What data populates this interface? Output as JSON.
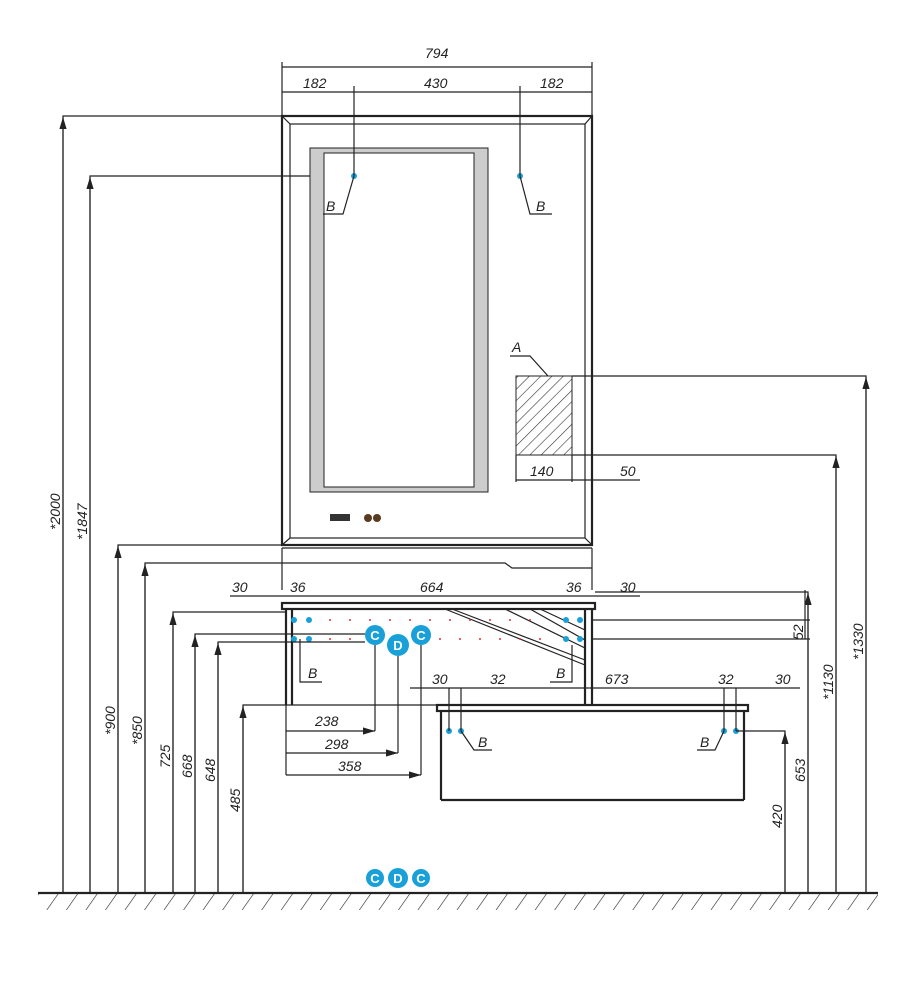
{
  "top_dims": {
    "overall_width": "794",
    "left_offset": "182",
    "center": "430",
    "right_offset": "182"
  },
  "mirror_dims": {
    "box_width": "140",
    "box_gap": "50"
  },
  "vanity_dims": {
    "side_left": "30",
    "panel_left": "36",
    "inner_width": "664",
    "panel_right": "36",
    "side_right": "30",
    "height_small": "52"
  },
  "socket_dims": {
    "c1": "238",
    "d": "298",
    "c2": "358"
  },
  "lower_dims": {
    "left_30": "30",
    "left_32": "32",
    "span": "673",
    "right_32": "32",
    "right_30": "30"
  },
  "heights_left": {
    "h2000": "*2000",
    "h1847": "*1847",
    "h900": "*900",
    "h850": "*850",
    "h725": "725",
    "h668": "668",
    "h648": "648",
    "h485": "485"
  },
  "heights_right": {
    "h420": "420",
    "h653": "653",
    "h1130": "*1130",
    "h1330": "*1330"
  },
  "labels": {
    "a": "A",
    "b": "B",
    "c": "C",
    "d": "D"
  },
  "colors": {
    "marker": "#1aa0d8",
    "line": "#222222",
    "mirror_light": "#cccccc"
  }
}
